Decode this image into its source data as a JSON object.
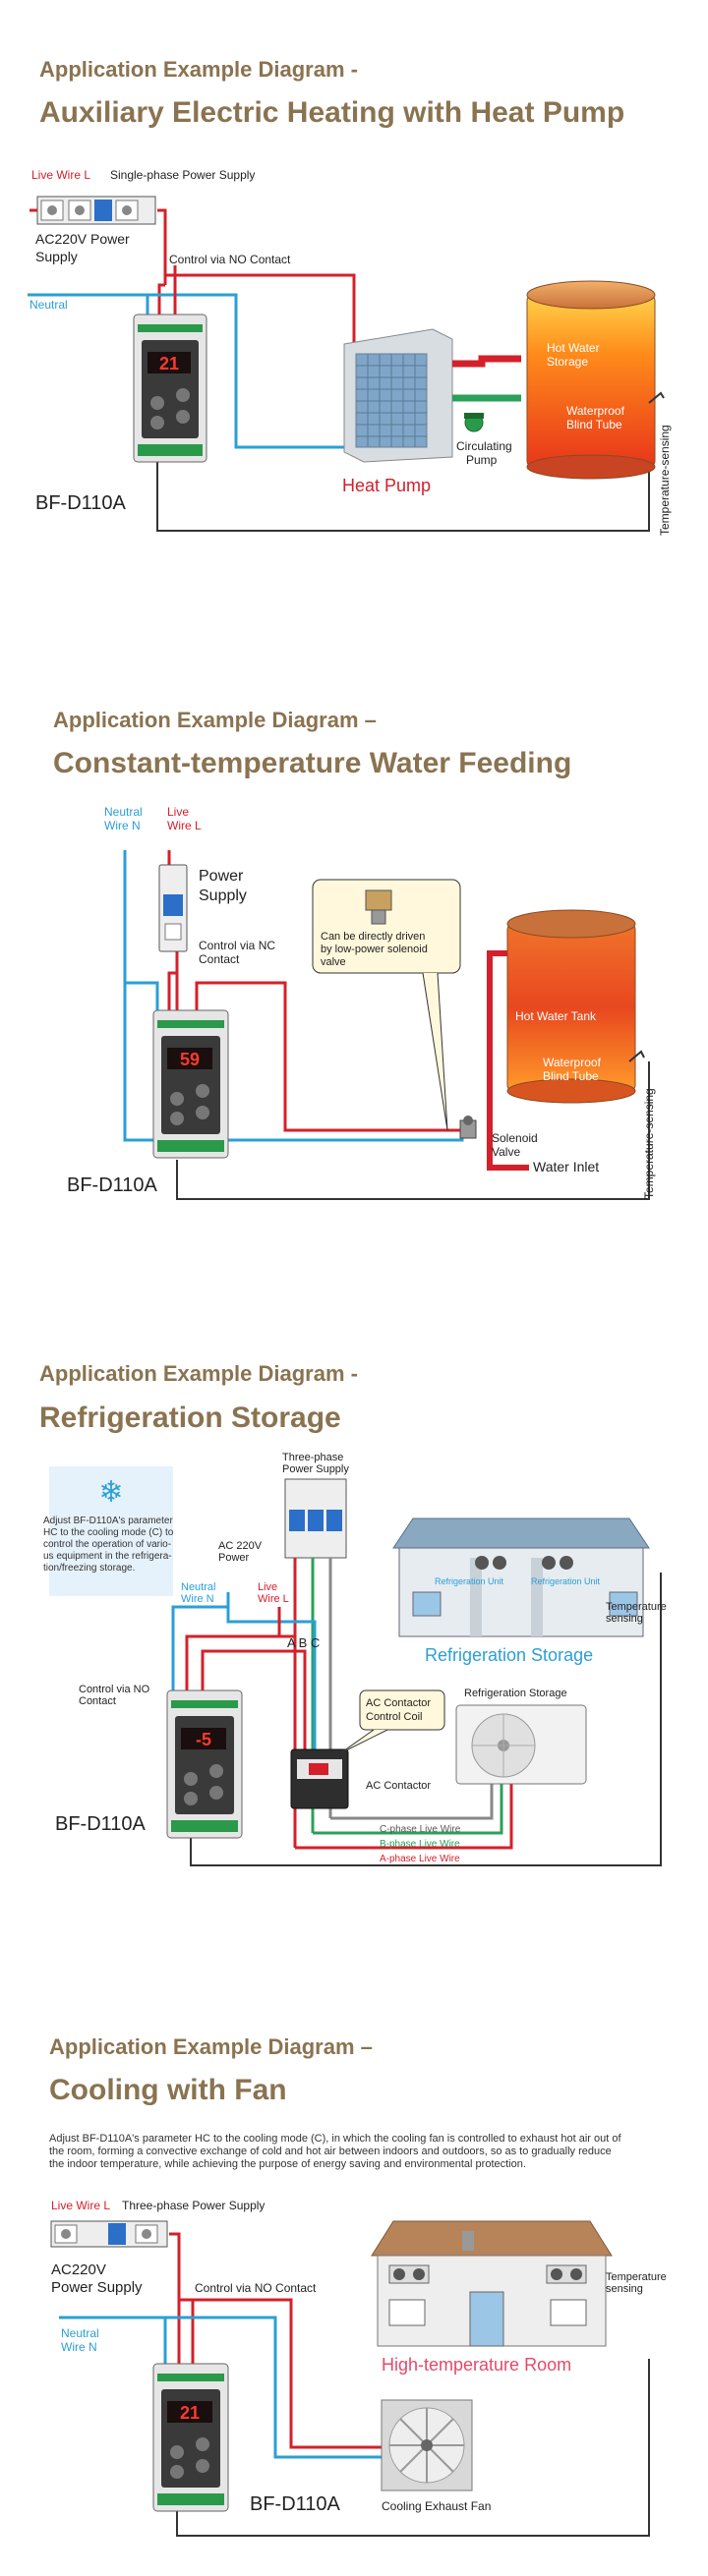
{
  "colors": {
    "title": "#8a7350",
    "live_wire": "#d4202a",
    "neutral_wire": "#2b9fd6",
    "control_wire": "#333333",
    "accent_blue": "#2b9fd6",
    "room_label": "#e24a6a"
  },
  "s1": {
    "title_small": "Application Example Diagram -",
    "title_big": "Auxiliary Electric Heating with Heat Pump",
    "live_wire": "Live Wire L",
    "supply_type": "Single-phase Power Supply",
    "power_supply_1": "AC220V Power",
    "power_supply_2": "Supply",
    "neutral": "Neutral",
    "control": "Control via NO Contact",
    "hot_water_1": "Hot Water",
    "hot_water_2": "Storage",
    "blind_1": "Waterproof",
    "blind_2": "Blind Tube",
    "pump_1": "Circulating",
    "pump_2": "Pump",
    "heat_pump": "Heat Pump",
    "temp_sensing": "Temperature-sensing",
    "model": "BF-D110A",
    "display": "21"
  },
  "s2": {
    "title_small": "Application Example Diagram –",
    "title_big": "Constant-temperature Water Feeding",
    "neutral_1": "Neutral",
    "neutral_2": "Wire N",
    "live_1": "Live",
    "live_2": "Wire L",
    "power_1": "Power",
    "power_2": "Supply",
    "control_1": "Control via NC",
    "control_2": "Contact",
    "callout_1": "Can be directly driven",
    "callout_2": "by low-power solenoid",
    "callout_3": "valve",
    "tank": "Hot Water Tank",
    "blind_1": "Waterproof",
    "blind_2": "Blind Tube",
    "solenoid_1": "Solenoid",
    "solenoid_2": "Valve",
    "water_inlet": "Water Inlet",
    "temp_sensing": "Temperature-sensing",
    "model": "BF-D110A",
    "display": "59"
  },
  "s3": {
    "title_small": "Application Example Diagram -",
    "title_big": "Refrigeration Storage",
    "note_1": "Adjust BF-D110A's parameter",
    "note_2": "HC to the cooling mode (C) to",
    "note_3": "control the operation of vario-",
    "note_4": "us equipment in the refrigera-",
    "note_5": "tion/freezing storage.",
    "three_phase_1": "Three-phase",
    "three_phase_2": "Power Supply",
    "ac220_1": "AC 220V",
    "ac220_2": "Power",
    "neutral_1": "Neutral",
    "neutral_2": "Wire N",
    "live_1": "Live",
    "live_2": "Wire L",
    "abc": "A B C",
    "unit_1": "Refrigeration Unit",
    "unit_2": "Refrigeration Unit",
    "temp_1": "Temperature",
    "temp_2": "sensing",
    "storage_label": "Refrigeration Storage",
    "control_1": "Control via NO",
    "control_2": "Contact",
    "coil_1": "AC Contactor",
    "coil_2": "Control Coil",
    "outdoor_label": "Refrigeration Storage",
    "contactor": "AC Contactor",
    "c_phase": "C-phase Live Wire",
    "b_phase": "B-phase Live Wire",
    "a_phase": "A-phase Live Wire",
    "model": "BF-D110A",
    "display": "-5"
  },
  "s4": {
    "title_small": "Application Example Diagram –",
    "title_big": "Cooling with Fan",
    "desc_1": "Adjust BF-D110A's parameter HC to the cooling mode (C), in which the cooling fan is controlled to exhaust hot air out of",
    "desc_2": "the room, forming a convective exchange of cold and hot air between indoors and outdoors, so as to gradually reduce",
    "desc_3": "the indoor temperature, while achieving the purpose of energy saving and environmental protection.",
    "live_wire": "Live Wire L",
    "supply_type": "Three-phase Power Supply",
    "ac220_1": "AC220V",
    "ac220_2": "Power Supply",
    "control": "Control via NO Contact",
    "neutral_1": "Neutral",
    "neutral_2": "Wire N",
    "temp_1": "Temperature",
    "temp_2": "sensing",
    "room": "High-temperature Room",
    "fan": "Cooling Exhaust Fan",
    "model": "BF-D110A",
    "display": "21"
  }
}
